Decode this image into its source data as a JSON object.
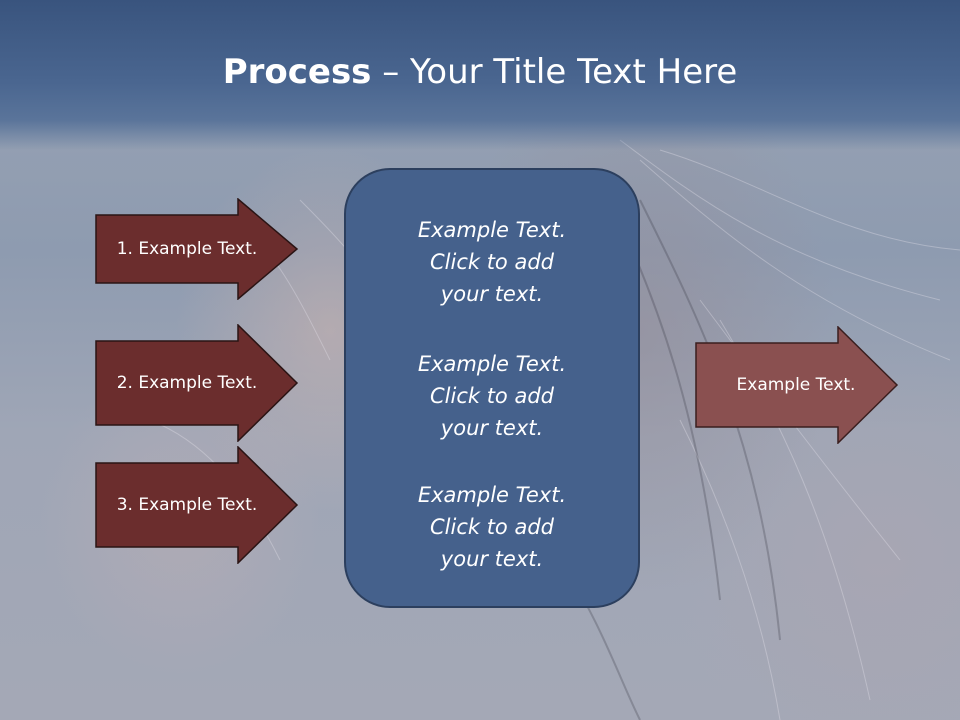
{
  "title": {
    "bold": "Process",
    "rest": " – Your Title Text Here"
  },
  "left_arrows": [
    {
      "label": "1. Example Text."
    },
    {
      "label": "2. Example Text."
    },
    {
      "label": "3. Example Text."
    }
  ],
  "center_box": {
    "blocks": [
      {
        "lines": [
          "Example Text.",
          "Click  to add",
          "your text."
        ]
      },
      {
        "lines": [
          "Example Text.",
          "Click  to add",
          "your text."
        ]
      },
      {
        "lines": [
          "Example Text.",
          "Click  to add",
          "your text."
        ]
      }
    ]
  },
  "right_arrow": {
    "label": "Example Text."
  },
  "colors": {
    "header": "#4a6690",
    "left_arrow_fill": "#6b2d2d",
    "right_arrow_fill": "#8a5050",
    "box_fill": "#45618c",
    "box_border": "#2c3f5e"
  }
}
